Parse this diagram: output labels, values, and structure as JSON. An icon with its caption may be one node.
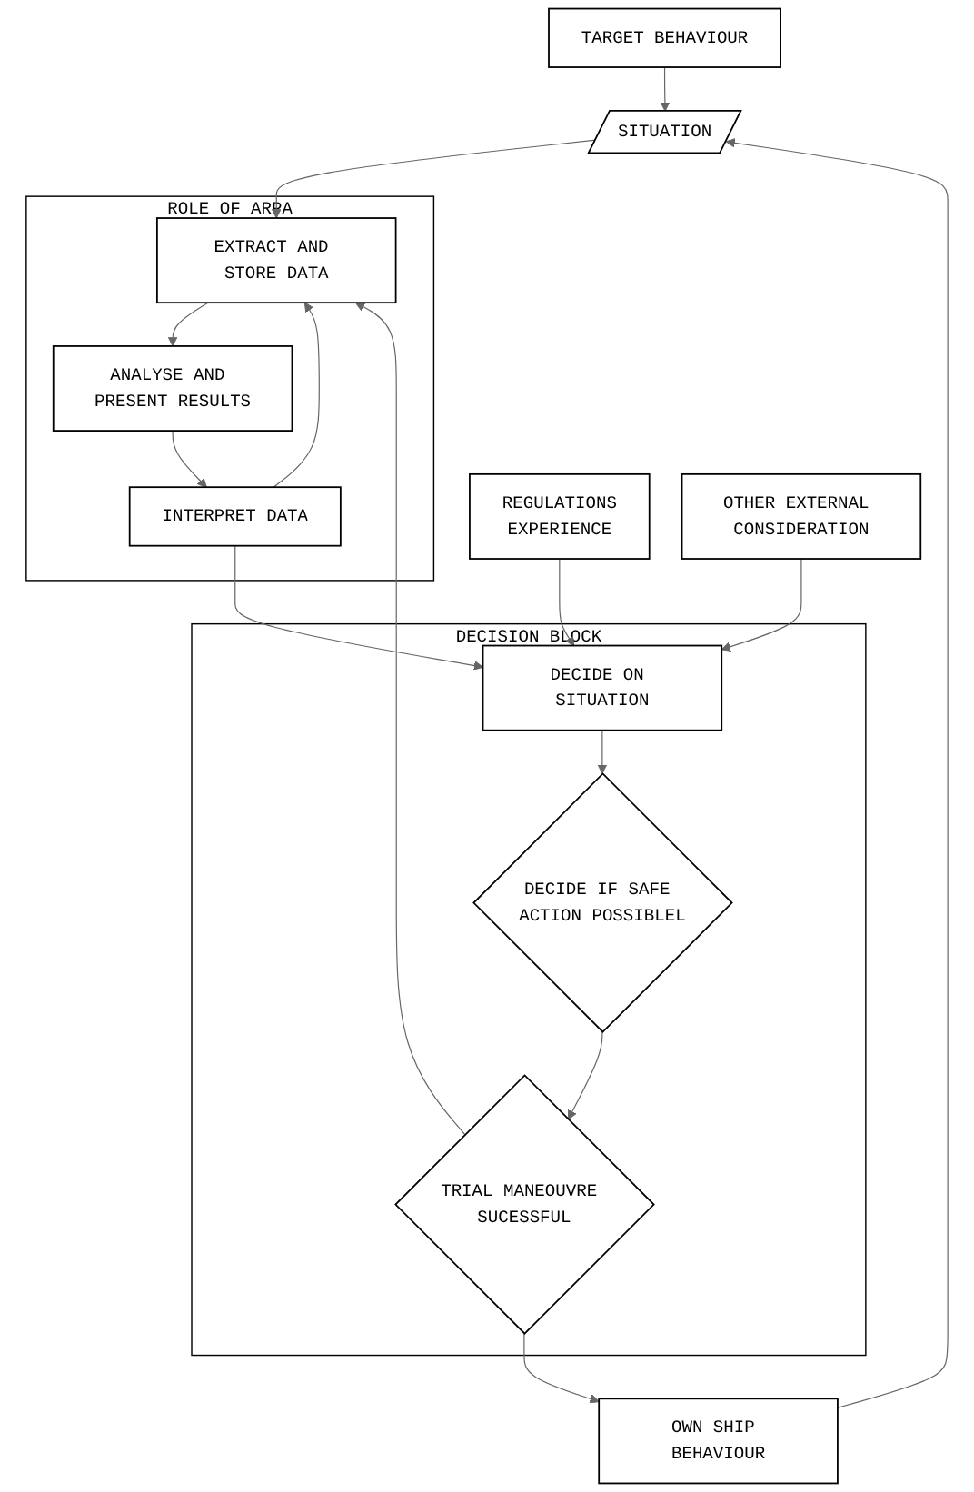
{
  "diagram": {
    "nodes": [
      {
        "text": [
          "TARGET BEHAVIOUR"
        ]
      },
      {
        "text": [
          "REGULATIONS",
          "EXPERIENCE"
        ]
      },
      {
        "text": [
          "SITUATION"
        ]
      },
      {
        "text": [
          "OWN SHIP BEHAVIOUR"
        ]
      },
      {
        "text": [
          "ROLE OF ARPA"
        ]
      },
      {
        "text": [
          "EXTRACT AND STORE DATA"
        ],
        "in": 4
      },
      {
        "text": [
          "ANALYSE AND PRESENT RESULTS"
        ],
        "in": 4
      },
      {
        "text": [
          "INTERPRET DATA"
        ],
        "in": 4
      },
      {
        "text": [
          "DECISION BLOCK"
        ]
      },
      {
        "text": [
          "TRIAL MANEOUVRE SUCESSFUL"
        ],
        "in": 8
      },
      {
        "text": [
          "DECIDE IF SAFE ACTION POSSIBLEL"
        ],
        "in": 8
      },
      {
        "text": [
          "DECIDE ON SITUATION"
        ],
        "in": 8
      },
      {
        "text": [
          "OTHER EXTERNAL CONSIDERATION"
        ]
      }
    ],
    "edges": [
      {
        "from": 0,
        "to": 2,
        "arrow": "to"
      },
      {
        "from": 3,
        "to": 2,
        "arrow": "to"
      },
      {
        "from": 2,
        "to": 5,
        "arrow": "to"
      },
      {
        "from": 9,
        "to": 3,
        "arrow": "to"
      },
      {
        "from": 9,
        "to": 5,
        "arrow": "to"
      },
      {
        "from": 5,
        "to": 6,
        "arrow": "to"
      },
      {
        "from": 6,
        "to": 7,
        "arrow": "to"
      },
      {
        "from": 7,
        "to": 5,
        "arrow": "to"
      },
      {
        "from": 7,
        "to": 11,
        "arrow": "to"
      },
      {
        "from": 1,
        "to": 11,
        "arrow": "to"
      },
      {
        "from": 12,
        "to": 11,
        "arrow": "to"
      },
      {
        "from": 11,
        "to": 10,
        "arrow": "to"
      },
      {
        "from": 10,
        "to": 9,
        "arrow": "to"
      }
    ]
  }
}
